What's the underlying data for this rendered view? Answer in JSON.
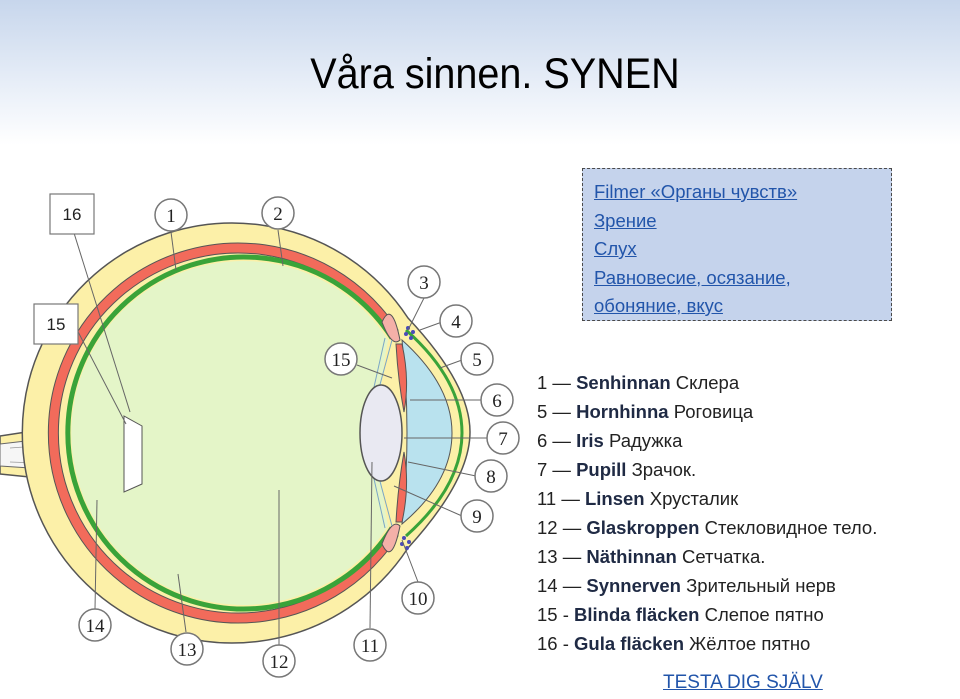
{
  "title": "Våra sinnen. SYNEN",
  "links": [
    "Filmer  «Органы чувств»",
    "Зрение",
    "Слух",
    "Равновесие, осязание,",
    "обоняние, вкус"
  ],
  "legend": [
    {
      "num": "1 — ",
      "sv": "Senhinnan",
      "ru": " Склера"
    },
    {
      "num": "5 — ",
      "sv": "Hornhinna",
      "ru": " Роговица"
    },
    {
      "num": "6 — ",
      "sv": "Iris",
      "ru": " Радужка"
    },
    {
      "num": "7 — ",
      "sv": "Pupill",
      "ru": " Зрачок."
    },
    {
      "num": "11 — ",
      "sv": "Linsen",
      "ru": " Хрусталик"
    },
    {
      "num": "12 — ",
      "sv": "Glaskroppen",
      "ru": " Стекловидное тело."
    },
    {
      "num": "13 — ",
      "sv": "Näthinnan",
      "ru": " Сетчатка."
    },
    {
      "num": "14 — ",
      "sv": "Synnerven",
      "ru": " Зрительный нерв"
    },
    {
      "num": "15  - ",
      "sv": "Blinda fläcken",
      "ru": " Слепое пятно"
    },
    {
      "num": "16  - ",
      "sv": "Gula fläcken",
      "ru": " Жёлтое пятно"
    }
  ],
  "test_link": "TESTA DIG SJÄLV",
  "diagram": {
    "circle_labels": [
      "1",
      "2",
      "3",
      "4",
      "5",
      "6",
      "7",
      "8",
      "9",
      "10",
      "11",
      "12",
      "13",
      "14",
      "15"
    ],
    "box_labels": [
      "16",
      "15"
    ]
  },
  "colors": {
    "sclera": "#fcf0a8",
    "choroid": "#f26b5b",
    "retina": "#3aa339",
    "vitreous": "#e4f5c8",
    "anterior_chamber": "#b9e2ee",
    "lens": "#e9e9f2",
    "link": "#2255aa",
    "links_box_bg": "#c5d3ec"
  }
}
